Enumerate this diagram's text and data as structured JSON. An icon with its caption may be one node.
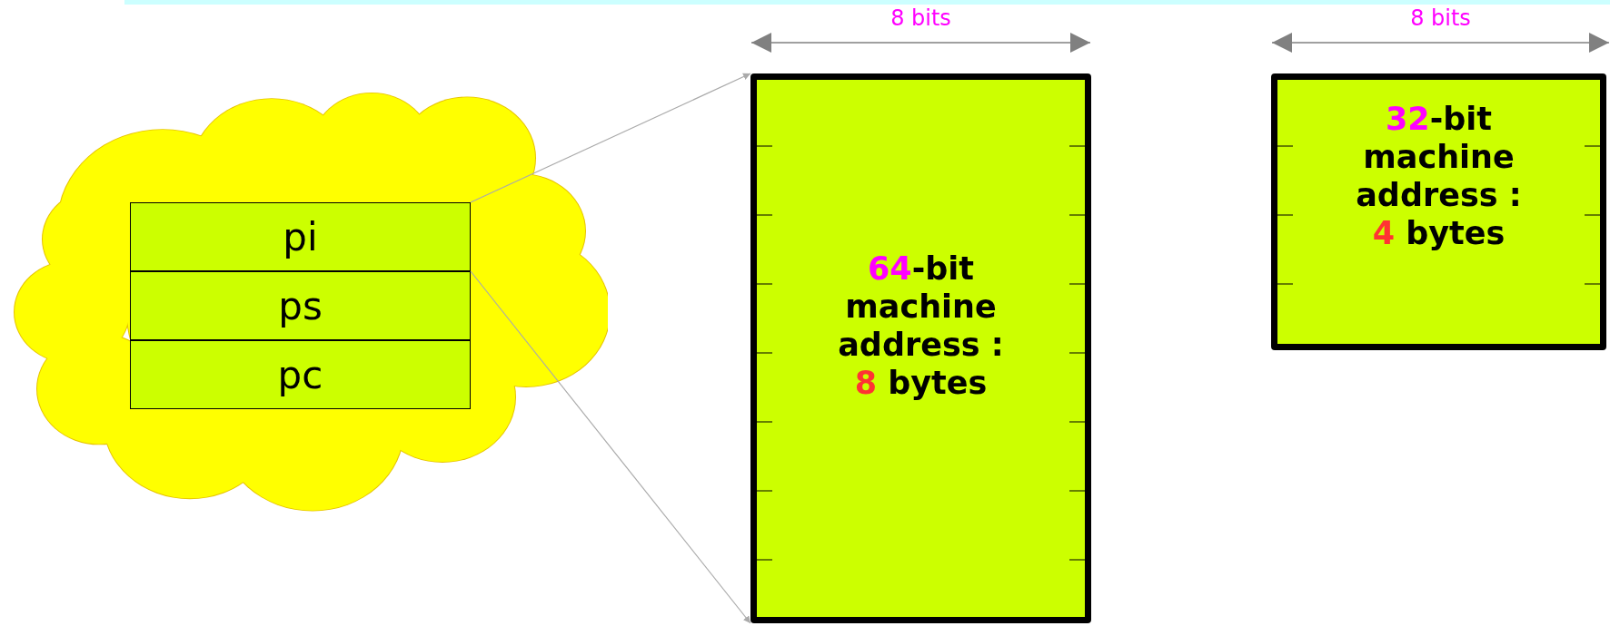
{
  "diagram": {
    "nodes": [
      {
        "text": [],
        "shape": "cloud"
      },
      {
        "text": [
          "pi"
        ],
        "in": 0
      },
      {
        "text": [
          "ps"
        ],
        "in": 0
      },
      {
        "text": [
          "pc"
        ],
        "in": 0
      },
      {
        "text": [
          "*64*-bit machine address : **8** bytes"
        ]
      },
      {
        "text": [
          "*32*-bit machine address : **4** bytes"
        ]
      }
    ],
    "edges": [
      {
        "from": 1,
        "to": 4,
        "arrow": "to"
      },
      {
        "from": 1,
        "to": 4,
        "arrow": "to"
      }
    ],
    "labels": [
      "8 bits",
      "8 bits"
    ]
  }
}
